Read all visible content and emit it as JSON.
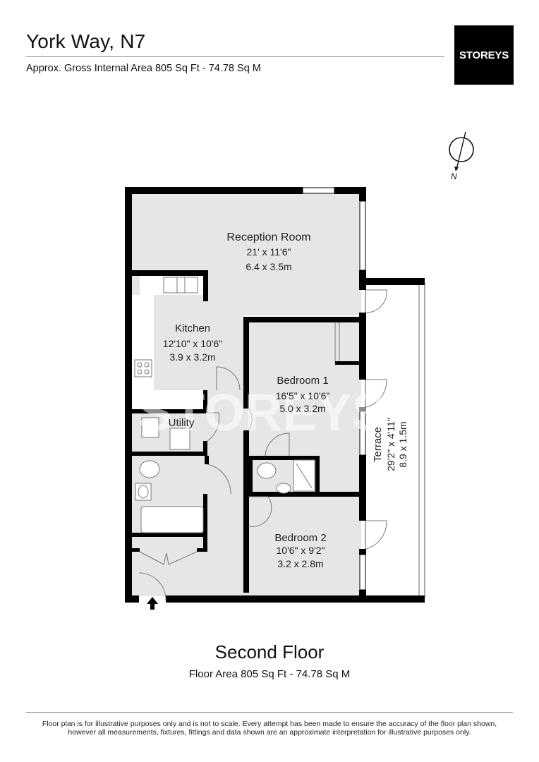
{
  "header": {
    "title": "York Way, N7",
    "subtitle": "Approx. Gross Internal Area 805 Sq Ft - 74.78 Sq M",
    "logo_text": "STOREYS"
  },
  "compass": {
    "label": "N",
    "icon": "north-arrow-icon"
  },
  "watermark": "STOREYS",
  "rooms": [
    {
      "name": "Reception Room",
      "imperial": "21' x 11'6\"",
      "metric": "6.4 x 3.5m"
    },
    {
      "name": "Kitchen",
      "imperial": "12'10\" x 10'6\"",
      "metric": "3.9 x 3.2m"
    },
    {
      "name": "Utility",
      "imperial": "",
      "metric": ""
    },
    {
      "name": "Bedroom 1",
      "imperial": "16'5\" x 10'6\"",
      "metric": "5.0 x 3.2m"
    },
    {
      "name": "Bedroom 2",
      "imperial": "10'6\" x 9'2\"",
      "metric": "3.2 x 2.8m"
    },
    {
      "name": "Terrace",
      "imperial": "29'2\" x 4'11\"",
      "metric": "8.9 x 1.5m"
    }
  ],
  "floor": {
    "name": "Second Floor",
    "area": "Floor Area 805 Sq Ft - 74.78 Sq M"
  },
  "footer": {
    "disclaimer": "Floor plan is for illustrative purposes only and is not to scale. Every attempt has been made to ensure the accuracy of the floor plan shown, however all measurements, fixtures, fittings and data shown are an approximate interpretation for illustrative purposes only."
  },
  "colors": {
    "wall": "#000000",
    "floor": "#e6e6e6",
    "terrace": "#ffffff",
    "logo_bg": "#000000"
  }
}
